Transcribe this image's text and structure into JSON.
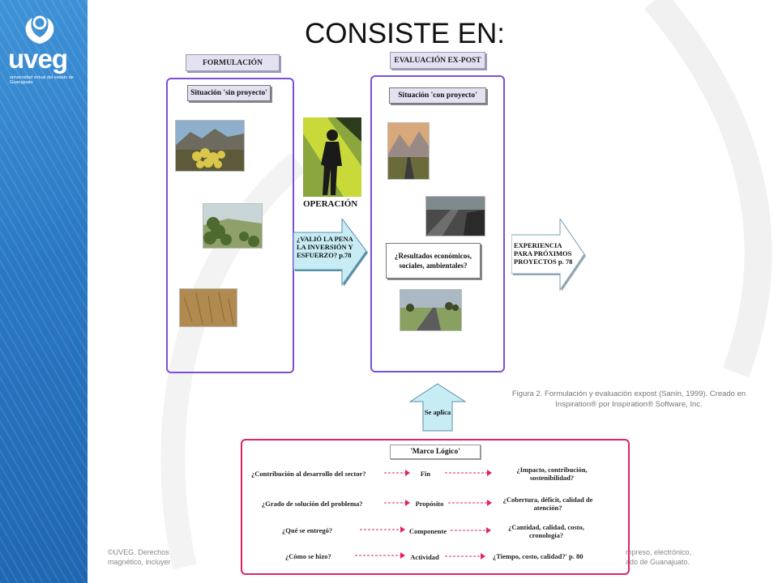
{
  "logo": {
    "name": "uveg",
    "subtitle": "universidad virtual del estado de Guanajuato"
  },
  "slide": {
    "title": "CONSISTE EN:"
  },
  "footer": {
    "left_line1": "©UVEG. Derechos",
    "left_line2": "magnético, incluyer",
    "right_line1": "mpreso, electrónico,",
    "right_line2": "ado de Guanajuato."
  },
  "diagram": {
    "formulacion": "FORMULACIÓN",
    "evaluacion": "EVALUACIÓN EX-POST",
    "sin_proyecto": "Situación 'sin proyecto'",
    "con_proyecto": "Situación 'con proyecto'",
    "operacion": "OPERACIÓN",
    "valio": "¿VALIÓ LA PENA LA INVERSIÓN Y ESFUERZO? p.78",
    "resultados": "¿Resultados económicos, sociales, ambientales?",
    "experiencia": "EXPERIENCIA PARA PRÓXIMOS PROYECTOS p. 78",
    "se_aplica": "Se aplica",
    "caption": "Figura 2. Formulación y evaluación expost (Sanín, 1999). Creado en Inspiration® por Inspiration® Software, Inc."
  },
  "marco_logico": {
    "title": "'Marco Lógico'",
    "rows": [
      {
        "question": "¿Contribución al desarrollo del sector?",
        "level": "Fin",
        "answer": "¿Impacto, contribución, sostenibilidad?"
      },
      {
        "question": "¿Grado de solución del problema?",
        "level": "Propósito",
        "answer": "¿Cobertura, déficit, calidad de atención?"
      },
      {
        "question": "¿Qué se entregó?",
        "level": "Componente",
        "answer": "¿Cantidad, calidad, costo, cronología?"
      },
      {
        "question": "¿Cómo se hizo?",
        "level": "Actividad",
        "answer": "¿Tiempo, costo, calidad?' p. 80"
      }
    ]
  },
  "colors": {
    "sidebar": "#2a78c4",
    "panel_border": "#7d4fd6",
    "marco_border": "#e0245e",
    "arrow_fill": "#c8ecf4",
    "arrow_edge": "#5a8fa8"
  },
  "icons": [
    "uveg-logo-icon",
    "rocky-desert-image",
    "forest-hills-image",
    "dry-grass-image",
    "worker-silhouette-image",
    "mountain-road-image",
    "highway-car-image",
    "country-road-image"
  ]
}
